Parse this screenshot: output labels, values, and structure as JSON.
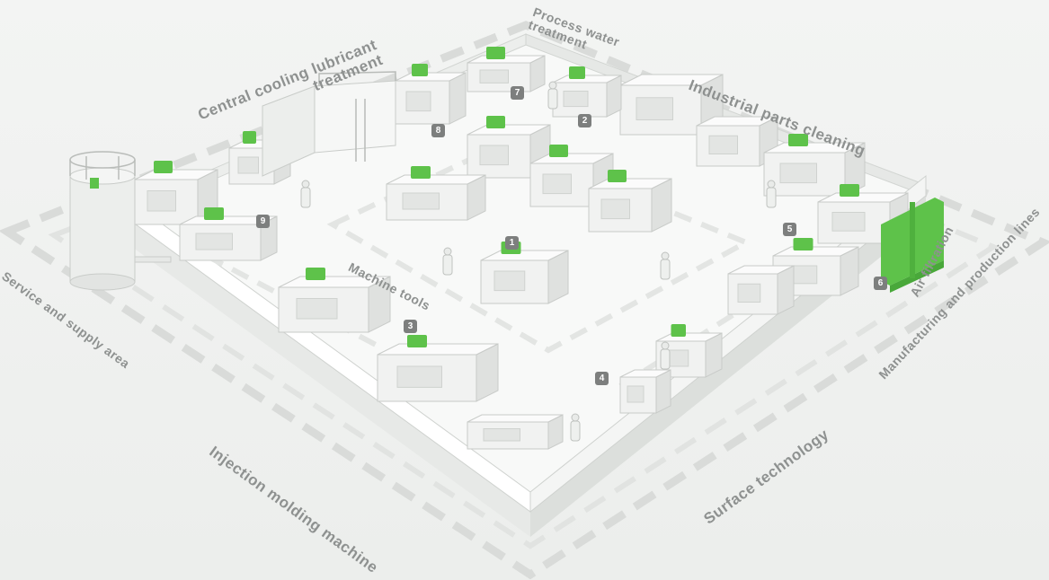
{
  "colors": {
    "accent": "#5ec24a",
    "floor": "#f7f8f7",
    "wall": "#e4e6e4",
    "label": "#8e9190",
    "marker": "#7d7f7e"
  },
  "labels": {
    "process_water": [
      "Process water",
      "treatment"
    ],
    "central_cooling": [
      "Central cooling lubricant",
      "treatment"
    ],
    "industrial_cleaning": "Industrial parts cleaning",
    "machine_tools": "Machine tools",
    "service_supply": "Service and supply area",
    "injection_molding": "Injection molding machine",
    "surface_technology": "Surface technology",
    "air_filtration": "Air filtration",
    "manufacturing": "Manufacturing and production lines"
  },
  "markers": [
    "1",
    "2",
    "3",
    "4",
    "5",
    "6",
    "7",
    "8",
    "9"
  ]
}
